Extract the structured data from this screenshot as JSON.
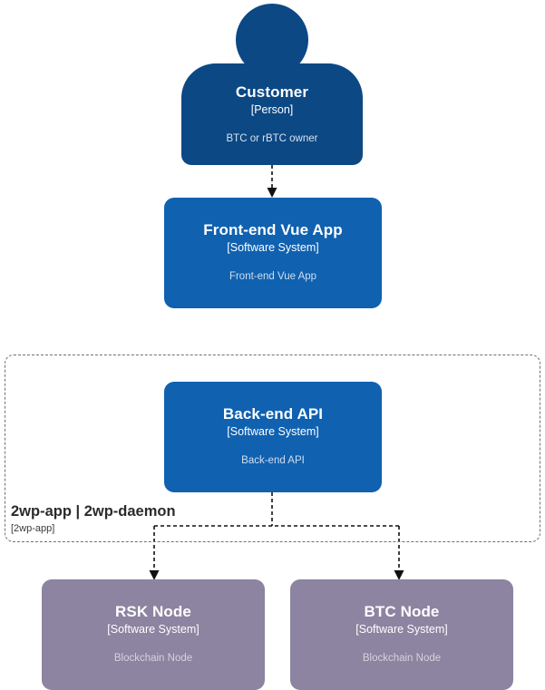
{
  "diagram": {
    "type": "c4-context-diagram",
    "background": "#ffffff",
    "colors": {
      "person": "#0B4884",
      "software_system": "#1061B0",
      "external_node": "#8C84A0",
      "boundary_stroke": "#707070",
      "edge_stroke": "#111111",
      "node_text": "#ffffff"
    }
  },
  "nodes": {
    "customer": {
      "name": "Customer",
      "type": "[Person]",
      "description": "BTC or rBTC owner",
      "shape": "person",
      "color": "#0B4884"
    },
    "frontend": {
      "name": "Front-end Vue App",
      "type": "[Software System]",
      "description": "Front-end Vue App",
      "shape": "rounded-rect",
      "color": "#1061B0"
    },
    "backend": {
      "name": "Back-end API",
      "type": "[Software System]",
      "description": "Back-end API",
      "shape": "rounded-rect",
      "color": "#1061B0"
    },
    "rsk_node": {
      "name": "RSK Node",
      "type": "[Software System]",
      "description": "Blockchain Node",
      "shape": "rounded-rect",
      "color": "#8C84A0"
    },
    "btc_node": {
      "name": "BTC Node",
      "type": "[Software System]",
      "description": "Blockchain Node",
      "shape": "rounded-rect",
      "color": "#8C84A0"
    }
  },
  "boundary": {
    "name": "2wp-app | 2wp-daemon",
    "type": "[2wp-app]",
    "style": "dashed"
  },
  "edges": [
    {
      "from": "customer",
      "to": "frontend",
      "style": "dashed",
      "arrow": "end"
    },
    {
      "from": "backend",
      "to": "rsk_node",
      "style": "dashed",
      "arrow": "end"
    },
    {
      "from": "backend",
      "to": "btc_node",
      "style": "dashed",
      "arrow": "end"
    }
  ]
}
